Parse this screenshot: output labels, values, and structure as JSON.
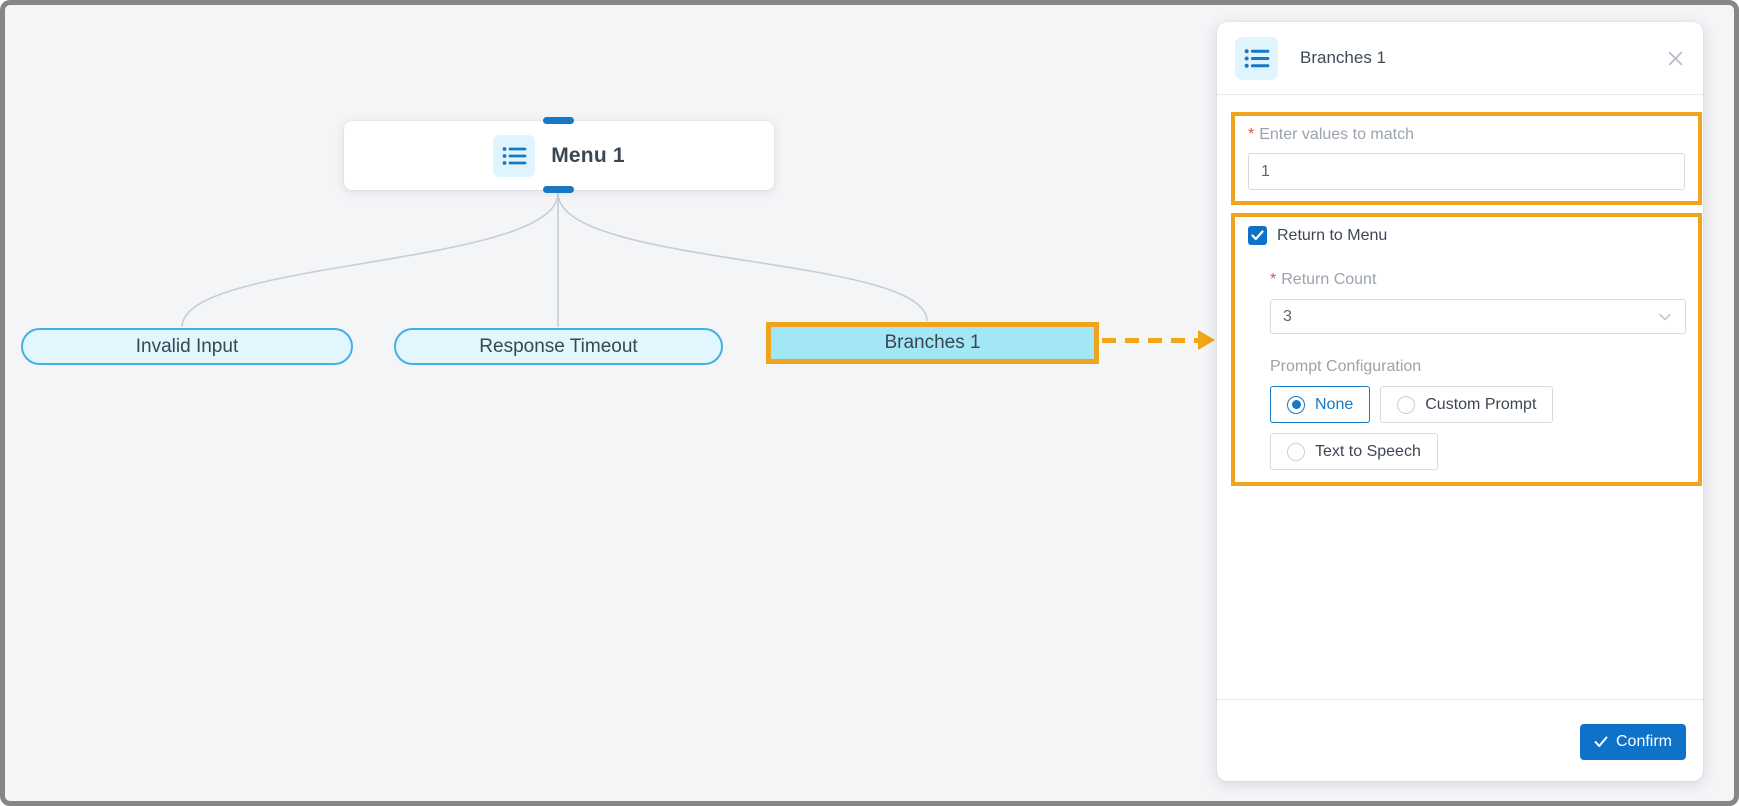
{
  "colors": {
    "canvas_bg": "#f4f5f7",
    "frame_border": "#868686",
    "accent_blue": "#0d72c8",
    "icon_blue": "#1779c4",
    "node_fill": "#e2f6fe",
    "node_border": "#43b0e5",
    "highlight_node_fill": "#a3e6f5",
    "annotation_orange": "#f0a41d",
    "arrow_orange": "#f2a516",
    "connector_gray": "#c9ccd6",
    "text_dark": "#3d4753",
    "label_gray": "#9ba3ad",
    "required_red": "#e8514a"
  },
  "canvas": {
    "menu_node": {
      "label": "Menu 1",
      "icon": "menu-list-icon"
    },
    "child_nodes": [
      {
        "label": "Invalid Input"
      },
      {
        "label": "Response Timeout"
      },
      {
        "label": "Branches 1",
        "highlighted": true
      }
    ]
  },
  "panel": {
    "title": "Branches 1",
    "icon": "menu-list-icon",
    "required_marker": "*",
    "fields": {
      "values_to_match": {
        "label": "Enter values to match",
        "required": true,
        "value": "1"
      },
      "return_to_menu": {
        "label": "Return to Menu",
        "checked": true
      },
      "return_count": {
        "label": "Return Count",
        "required": true,
        "value": "3"
      },
      "prompt_configuration": {
        "label": "Prompt Configuration",
        "options": [
          {
            "label": "None",
            "selected": true
          },
          {
            "label": "Custom Prompt",
            "selected": false
          },
          {
            "label": "Text to Speech",
            "selected": false
          }
        ]
      }
    },
    "confirm_label": "Confirm"
  }
}
